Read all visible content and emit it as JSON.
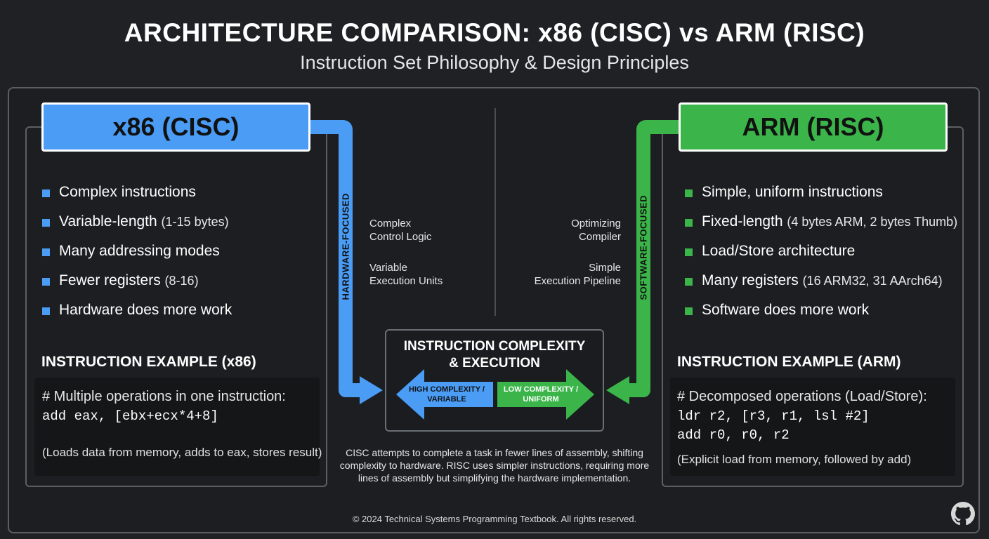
{
  "title": "ARCHITECTURE COMPARISON: x86 (CISC) vs ARM (RISC)",
  "subtitle": "Instruction Set Philosophy & Design Principles",
  "colors": {
    "background": "#1f2124",
    "x86_accent": "#4a9cf5",
    "arm_accent": "#3bb54a"
  },
  "x86": {
    "header": "x86 (CISC)",
    "features": [
      {
        "text": "Complex instructions",
        "detail": ""
      },
      {
        "text": "Variable-length",
        "detail": "(1-15 bytes)"
      },
      {
        "text": "Many addressing modes",
        "detail": ""
      },
      {
        "text": "Fewer registers",
        "detail": "(8-16)"
      },
      {
        "text": "Hardware does more work",
        "detail": ""
      }
    ],
    "example_heading": "INSTRUCTION EXAMPLE (x86)",
    "code_comment": "# Multiple operations in one instruction:",
    "code_lines": [
      "add eax, [ebx+ecx*4+8]"
    ],
    "code_note": "(Loads data from memory, adds to eax, stores result)"
  },
  "arm": {
    "header": "ARM (RISC)",
    "features": [
      {
        "text": "Simple, uniform instructions",
        "detail": ""
      },
      {
        "text": "Fixed-length",
        "detail": "(4 bytes ARM, 2 bytes Thumb)"
      },
      {
        "text": "Load/Store architecture",
        "detail": ""
      },
      {
        "text": "Many registers",
        "detail": "(16 ARM32, 31 AArch64)"
      },
      {
        "text": "Software does more work",
        "detail": ""
      }
    ],
    "example_heading": "INSTRUCTION EXAMPLE (ARM)",
    "code_comment": "# Decomposed operations (Load/Store):",
    "code_lines": [
      "ldr r2, [r3, r1, lsl #2]",
      "add r0, r0, r2"
    ],
    "code_note": "(Explicit load from memory, followed by add)"
  },
  "flow": {
    "hardware_label": "HARDWARE-FOCUSED",
    "software_label": "SOFTWARE-FOCUSED",
    "hardware_notes": [
      "Complex\nControl Logic",
      "Variable\nExecution Units"
    ],
    "software_notes": [
      "Optimizing\nCompiler",
      "Simple\nExecution Pipeline"
    ]
  },
  "center": {
    "title": "INSTRUCTION COMPLEXITY\n& EXECUTION",
    "left_arrow": "HIGH COMPLEXITY /\nVARIABLE",
    "right_arrow": "LOW COMPLEXITY /\nUNIFORM"
  },
  "caption": "CISC attempts to complete a task in fewer lines of assembly, shifting complexity to hardware. RISC uses simpler instructions, requiring more lines of assembly but simplifying the hardware implementation.",
  "footer": {
    "copyright": "© 2024 Technical Systems Programming Textbook. All rights reserved.",
    "icon": "github-icon"
  }
}
